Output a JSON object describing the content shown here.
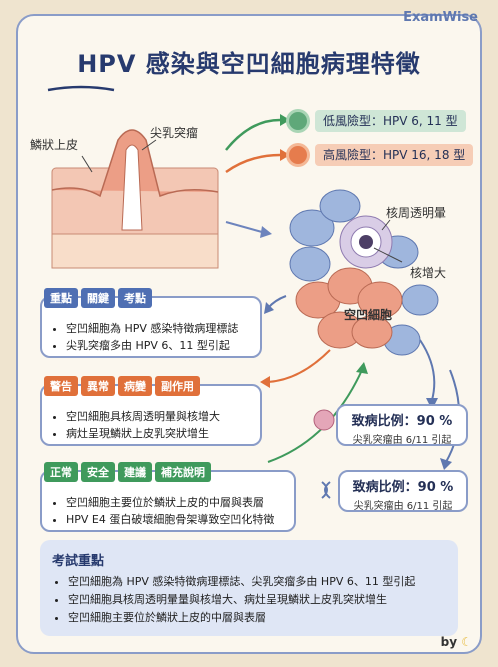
{
  "brand": "ExamWise",
  "title": "HPV 感染與空凹細胞病理特徵",
  "diagram": {
    "label_squamous": "鱗狀上皮",
    "label_condyloma": "尖乳突瘤",
    "label_halo": "核周透明暈",
    "label_nucleus": "核增大",
    "label_koilocyte": "空凹細胞"
  },
  "risk": {
    "low": "低風險型：HPV 6, 11 型",
    "high": "高風險型：HPV 16, 18 型"
  },
  "key_box": {
    "tags": [
      "重點",
      "關鍵",
      "考點"
    ],
    "items": [
      "空凹細胞為 HPV 感染特徵病理標誌",
      "尖乳突瘤多由 HPV 6、11 型引起"
    ]
  },
  "warn_box": {
    "tags": [
      "警告",
      "異常",
      "病變",
      "副作用"
    ],
    "items": [
      "空凹細胞具核周透明暈與核增大",
      "病灶呈現鱗狀上皮乳突狀增生"
    ]
  },
  "normal_box": {
    "tags": [
      "正常",
      "安全",
      "建議",
      "補充說明"
    ],
    "items": [
      "空凹細胞主要位於鱗狀上皮的中層與表層",
      "HPV E4 蛋白破壞細胞骨架導致空凹化特徵"
    ]
  },
  "ratio1": {
    "big": "致病比例：90 %",
    "small": "尖乳突瘤由 6/11 引起"
  },
  "ratio2": {
    "big": "致病比例：90 %",
    "small": "尖乳突瘤由 6/11 引起"
  },
  "summary": {
    "heading": "考試重點",
    "items": [
      "空凹細胞為 HPV 感染特徵病理標誌、尖乳突瘤多由 HPV 6、11 型引起",
      "空凹細胞具核周透明暈量與核增大、病灶呈現鱗狀上皮乳突狀增生",
      "空凹細胞主要位於鱗狀上皮的中層與表層"
    ]
  },
  "byline": "by",
  "colors": {
    "navy": "#273a6e",
    "accent_blue": "#4f6fb3",
    "orange": "#e0703a",
    "green": "#3f9a5c"
  }
}
